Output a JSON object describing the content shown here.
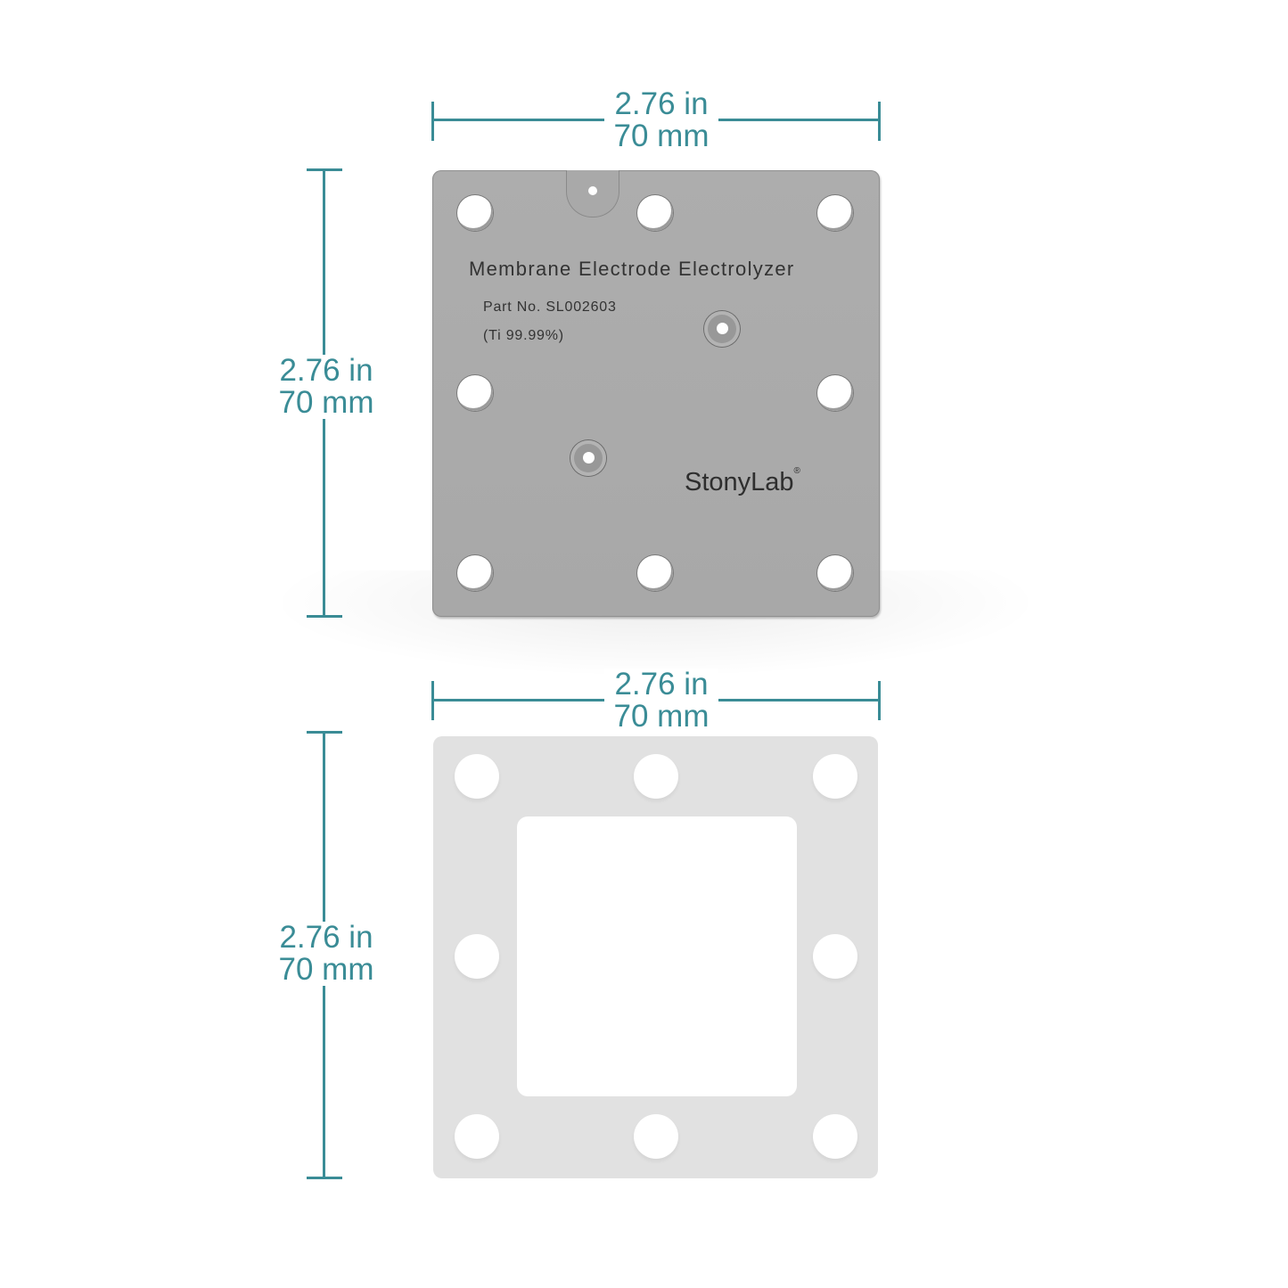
{
  "figure": {
    "type": "product dimension diagram",
    "accent_color": "#3a8c96"
  },
  "top_plate": {
    "width_dimension": {
      "imperial": "2.76 in",
      "metric": "70 mm"
    },
    "height_dimension": {
      "imperial": "2.76 in",
      "metric": "70 mm"
    },
    "material_color": "#aaaaaa",
    "engraving": {
      "title": "Membrane Electrode Electrolyzer",
      "part_number": "Part No. SL002603",
      "material": "(Ti 99.99%)",
      "brand": "StonyLab",
      "registered_mark": "®"
    },
    "bolt_holes": 8,
    "countersunk_holes": 2
  },
  "gasket": {
    "width_dimension": {
      "imperial": "2.76 in",
      "metric": "70 mm"
    },
    "height_dimension": {
      "imperial": "2.76 in",
      "metric": "70 mm"
    },
    "material_color": "#e1e1e1",
    "bolt_holes": 8
  }
}
